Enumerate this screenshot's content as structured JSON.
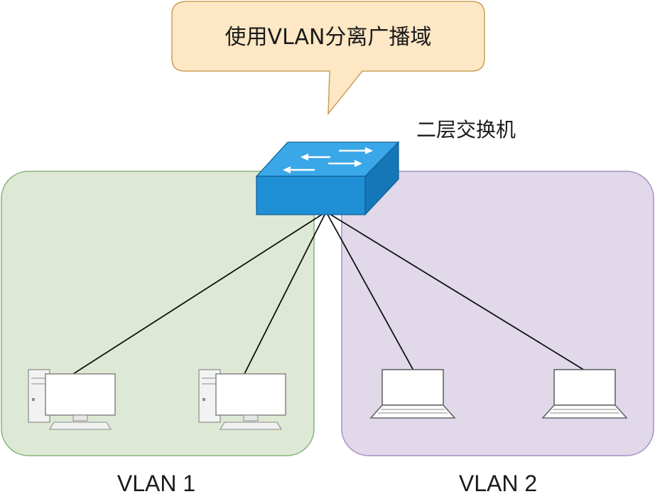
{
  "callout": {
    "text": "使用VLAN分离广播域"
  },
  "switch": {
    "label": "二层交换机"
  },
  "vlans": [
    {
      "id": "vlan1",
      "label": "VLAN 1",
      "fill": "#dde9d4",
      "stroke": "#86b27a"
    },
    {
      "id": "vlan2",
      "label": "VLAN 2",
      "fill": "#e1d8ea",
      "stroke": "#a58fc1"
    }
  ],
  "colors": {
    "callout_fill": "#fde7c4",
    "callout_stroke": "#c9a05c",
    "switch_front": "#1f8fd6",
    "switch_top": "#3aa7e8",
    "switch_side": "#1576b8",
    "link": "#111111"
  },
  "devices": [
    {
      "id": "pc-1",
      "type": "desktop",
      "vlan": "vlan1"
    },
    {
      "id": "pc-2",
      "type": "desktop",
      "vlan": "vlan1"
    },
    {
      "id": "laptop-1",
      "type": "laptop",
      "vlan": "vlan2"
    },
    {
      "id": "laptop-2",
      "type": "laptop",
      "vlan": "vlan2"
    }
  ]
}
